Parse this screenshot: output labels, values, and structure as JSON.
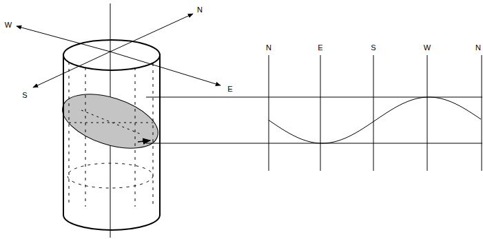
{
  "diagram": {
    "labels": [
      "W",
      "N",
      "S",
      "E",
      "N",
      "E",
      "S",
      "W",
      "N"
    ]
  }
}
